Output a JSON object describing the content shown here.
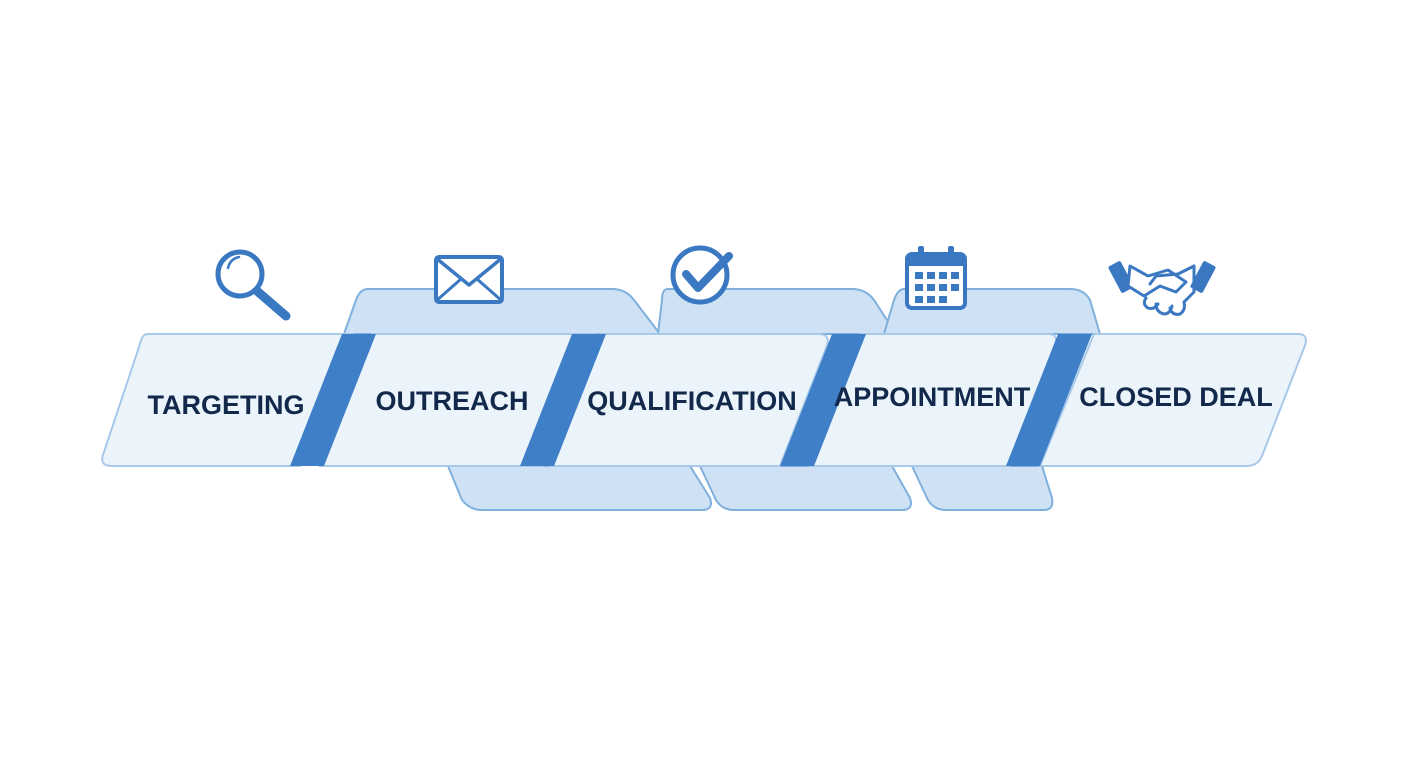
{
  "colors": {
    "background": "#ffffff",
    "panel_fill": "#ebf3fb",
    "panel_stroke": "#a9c9e8",
    "back_panel_fill": "#cfe2f5",
    "back_panel_stroke": "#7fb0dd",
    "connector": "#3e7fc7",
    "icon": "#3a78c2",
    "text": "#13294b"
  },
  "stages": [
    {
      "label": "TARGETING",
      "icon": "magnifying-glass-icon"
    },
    {
      "label": "OUTREACH",
      "icon": "envelope-icon"
    },
    {
      "label": "QUALIFICATION",
      "icon": "checkmark-circle-icon"
    },
    {
      "label": "APPOINTMENT",
      "icon": "calendar-icon"
    },
    {
      "label": "CLOSED DEAL",
      "icon": "handshake-icon"
    }
  ]
}
